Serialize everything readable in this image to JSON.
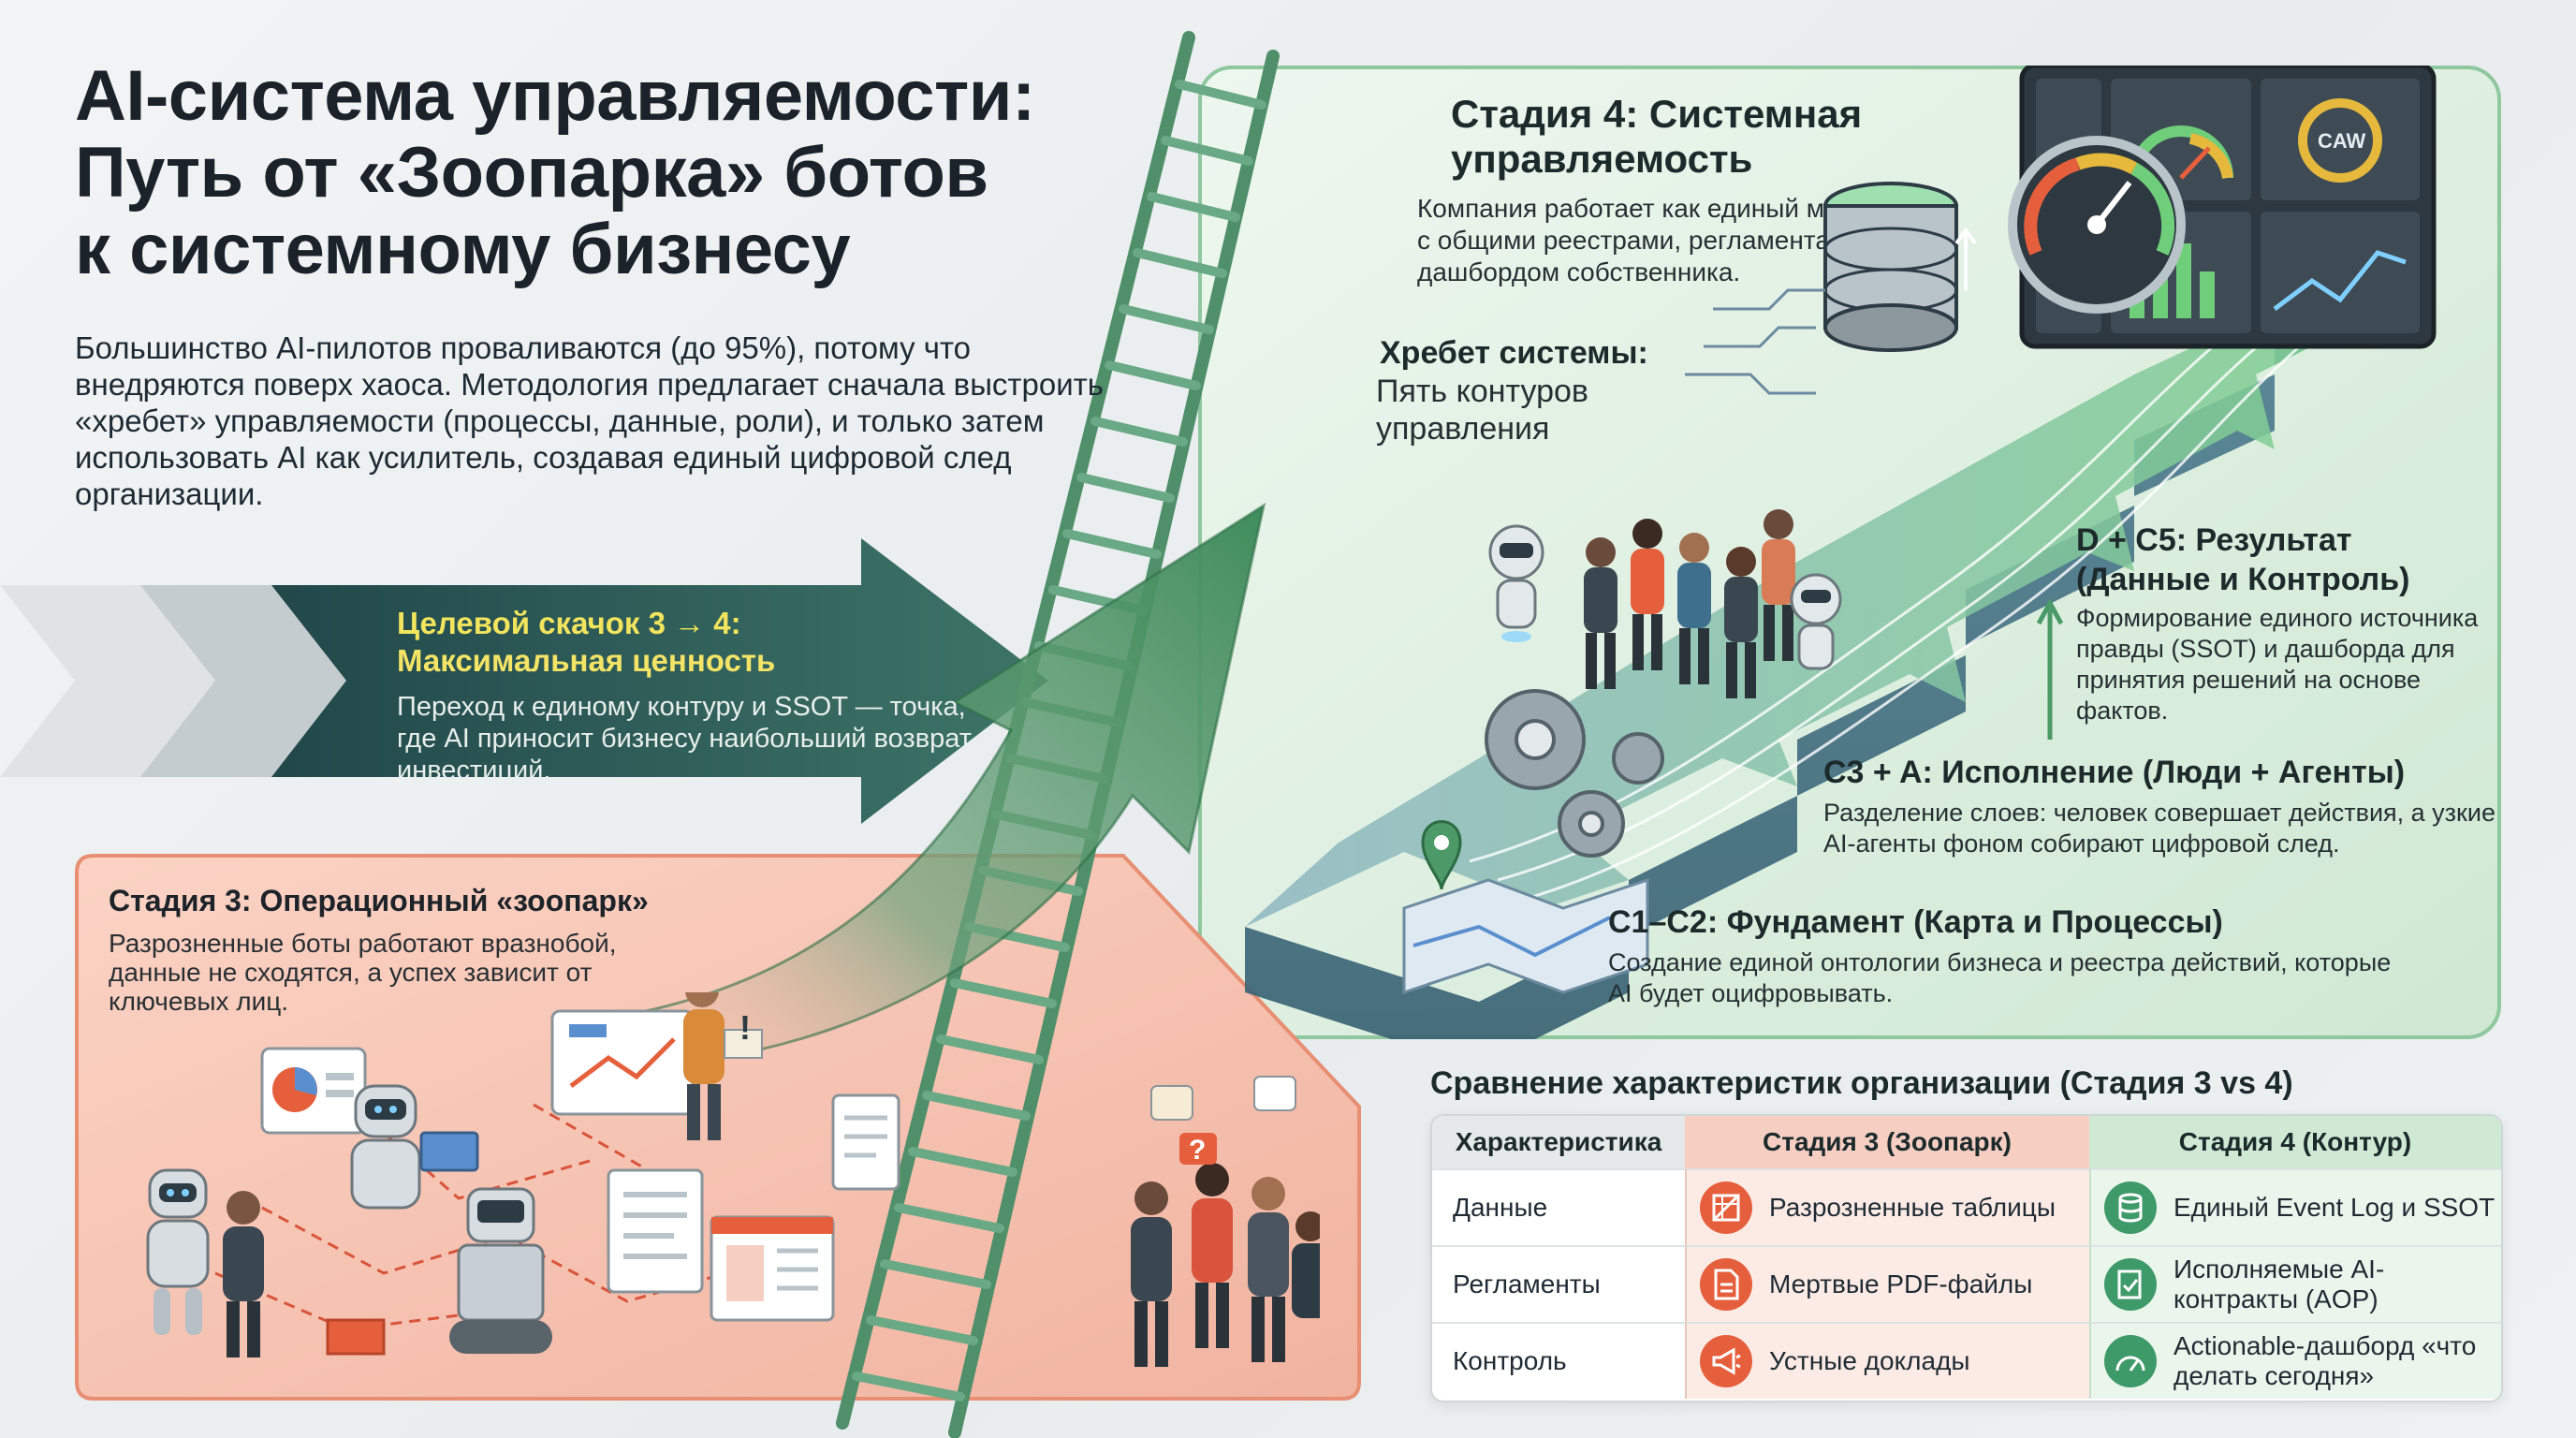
{
  "header": {
    "title_line1": "AI-система управляемости:",
    "title_line2": "Путь от «Зоопарка» ботов",
    "title_line3": "к системному бизнесу",
    "intro": "Большинство AI-пилотов проваливаются (до 95%), потому что внедряются поверх хаоса. Методология предлагает сначала выстроить «хребет» управляемости (процессы, данные, роли), и только затем использовать AI как усилитель, создавая единый цифровой след организации."
  },
  "leap": {
    "title_line1": "Целевой скачок 3 → 4:",
    "title_line2": "Максимальная ценность",
    "desc": "Переход к единому контуру и SSOT — точка, где AI приносит бизнесу наибольший возврат инвестиций."
  },
  "stage3": {
    "title": "Стадия 3: Операционный «зоопарк»",
    "desc": "Разрозненные боты работают вразнобой, данные не сходятся, а успех зависит от ключевых лиц."
  },
  "stage4": {
    "title_line1": "Стадия 4: Системная",
    "title_line2": "управляемость",
    "desc": "Компания работает как единый механизм с общими реестрами, регламентами и дашбордом собственника.",
    "spine_title": "Хребет системы:",
    "spine_desc": "Пять контуров управления",
    "steps": [
      {
        "title": "D + C5: Результат (Данные и Контроль)",
        "desc": "Формирование единого источника правды (SSOT) и дашборда для принятия решений на основе фактов."
      },
      {
        "title": "C3 + A: Исполнение (Люди + Агенты)",
        "desc": "Разделение слоев: человек совершает действия, а узкие AI-агенты фоном собирают цифровой след."
      },
      {
        "title": "C1–C2: Фундамент (Карта и Процессы)",
        "desc": "Создание единой онтологии бизнеса и реестра действий, которые AI будет оцифровывать."
      }
    ]
  },
  "comparison": {
    "title": "Сравнение характеристик организации (Стадия 3 vs 4)",
    "headers": [
      "Характеристика",
      "Стадия 3 (Зоопарк)",
      "Стадия 4 (Контур)"
    ],
    "rows": [
      {
        "label": "Данные",
        "s3": "Разрозненные таблицы",
        "s3_icon": "broken-table-icon",
        "s4": "Единый Event Log и SSOT",
        "s4_icon": "database-icon"
      },
      {
        "label": "Регламенты",
        "s3": "Мертвые PDF-файлы",
        "s3_icon": "pdf-file-icon",
        "s4": "Исполняемые AI-контракты (AOP)",
        "s4_icon": "contract-icon"
      },
      {
        "label": "Контроль",
        "s3": "Устные доклады",
        "s3_icon": "megaphone-icon",
        "s4": "Actionable-дашборд «что делать сегодня»",
        "s4_icon": "gauge-icon"
      }
    ]
  },
  "illustration": {
    "gauge_label": "CAW"
  },
  "colors": {
    "stage3_bg": "#f6c3b3",
    "stage4_bg": "#d4ecd6",
    "arrow_green": "#4b9a67",
    "leap_banner": "#2e5b55",
    "accent_yellow": "#f2e45c",
    "stage3_icon": "#e65f3c",
    "stage4_icon": "#3f9a6a"
  }
}
